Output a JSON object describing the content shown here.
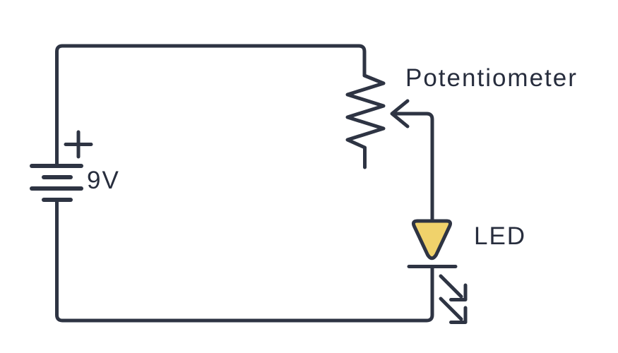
{
  "diagram": {
    "type": "circuit-schematic",
    "labels": {
      "potentiometer": "Potentiometer",
      "battery_voltage": "9V",
      "battery_polarity": "+",
      "led": "LED"
    },
    "components": [
      {
        "name": "battery",
        "label": "9V",
        "symbol": "multi-cell battery, long/short plates, plus terminal at top"
      },
      {
        "name": "potentiometer",
        "label": "Potentiometer",
        "symbol": "vertical zigzag resistor with wiper arrow pointing left into it"
      },
      {
        "name": "led",
        "label": "LED",
        "symbol": "down-pointing filled triangle with cathode bar and two diagonal light-emission arrows"
      }
    ],
    "connections": [
      "battery positive terminal -> top wire -> potentiometer top terminal",
      "potentiometer wiper -> LED anode",
      "LED cathode -> bottom wire -> battery negative terminal",
      "potentiometer bottom terminal unconnected"
    ],
    "colors": {
      "wire": "#2E3443",
      "text": "#272D3D",
      "led_fill": "#F0D26B",
      "background": "#FFFFFF"
    }
  }
}
